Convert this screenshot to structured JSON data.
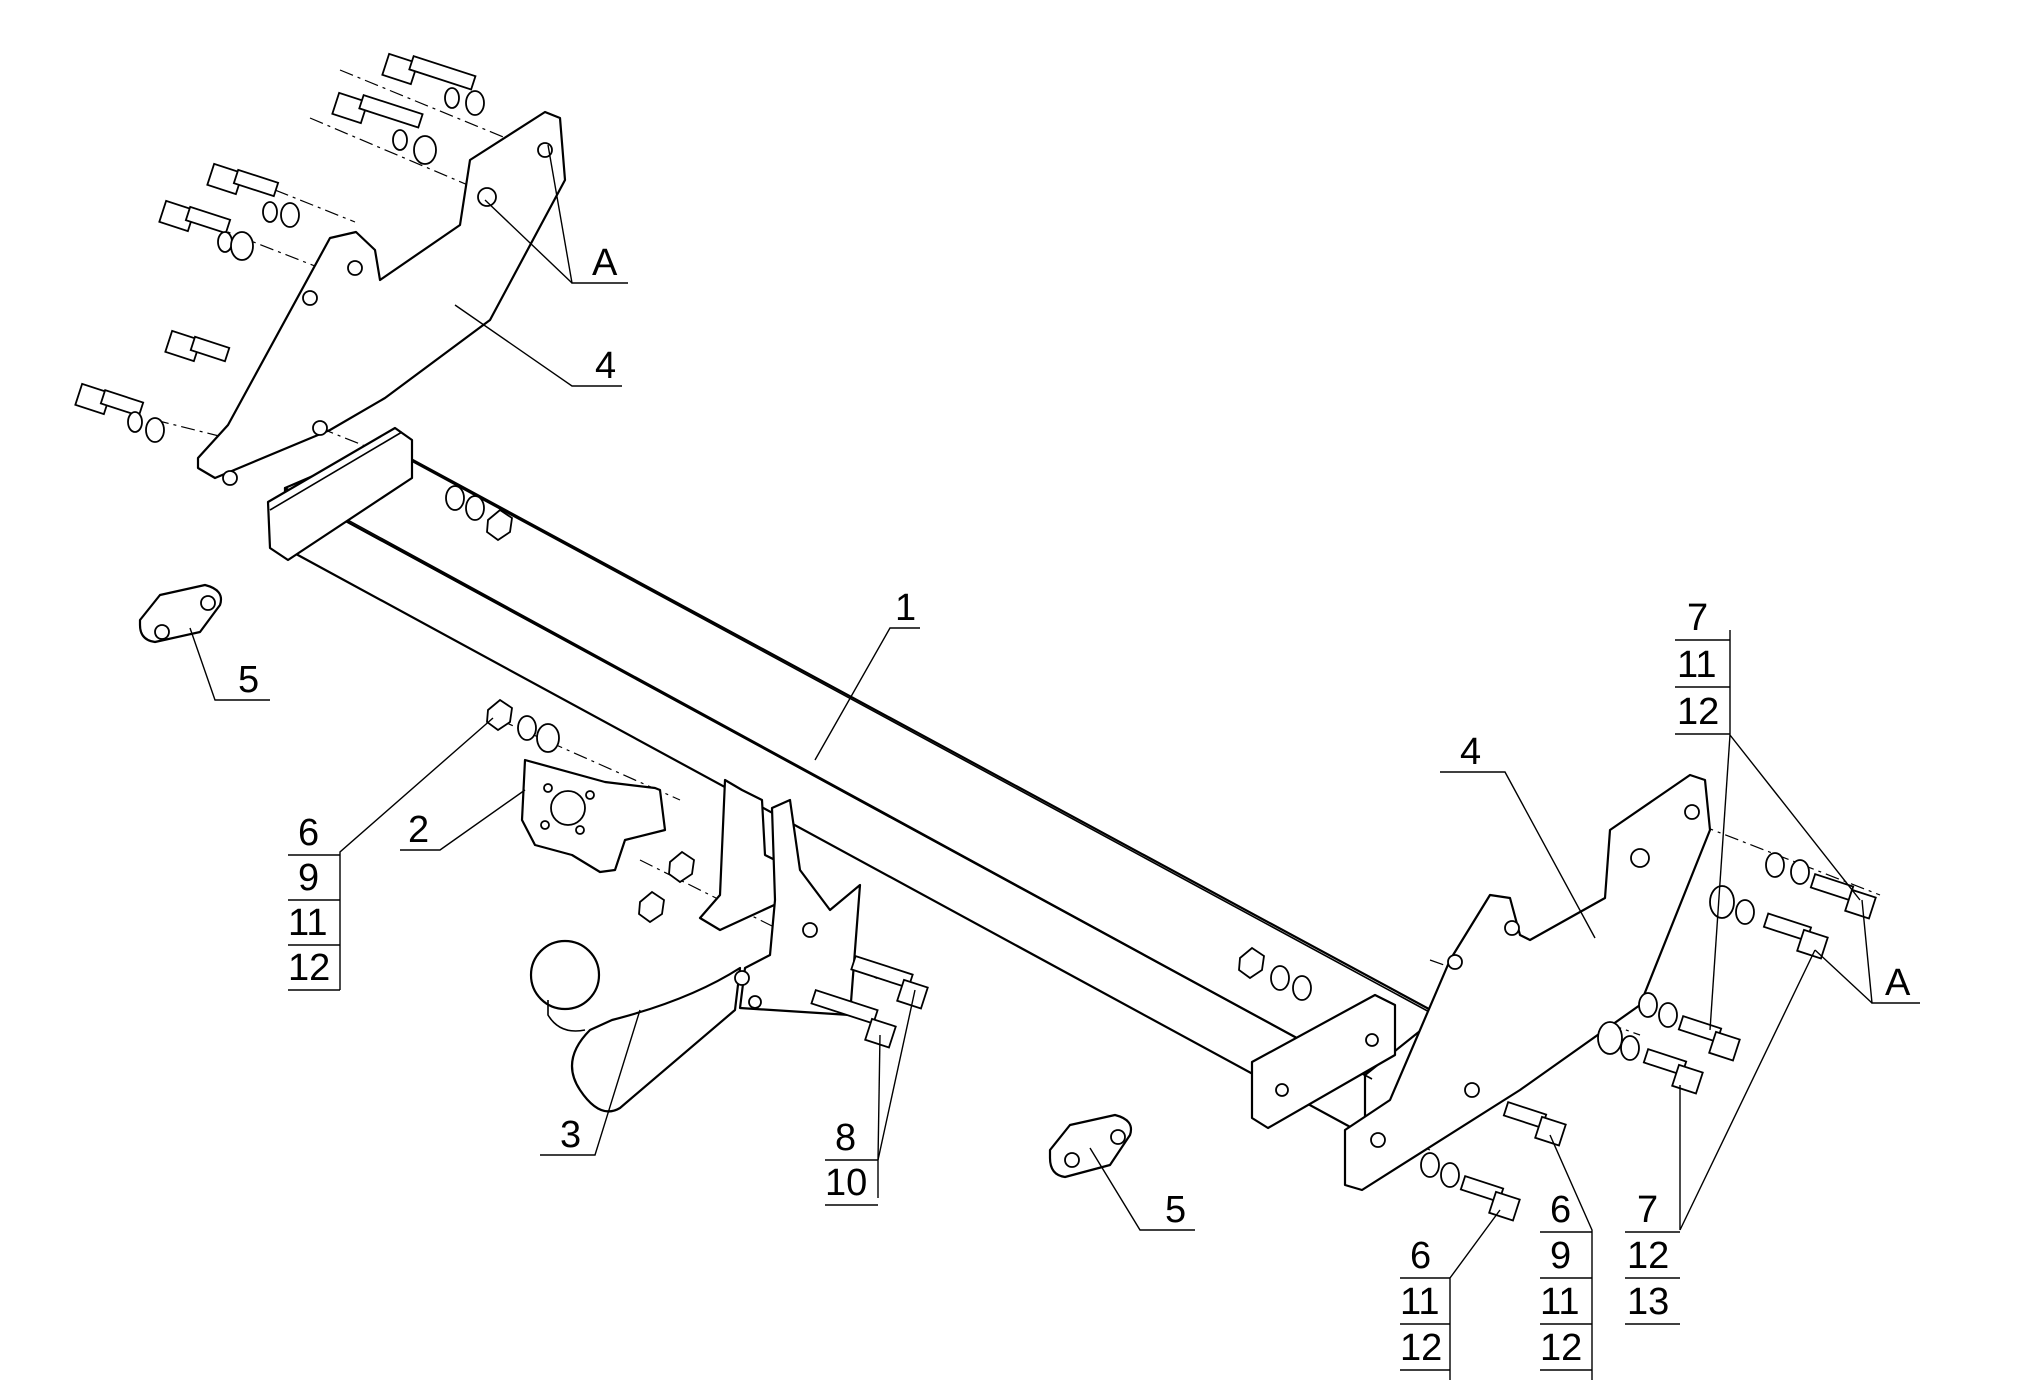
{
  "callouts": {
    "bar": "1",
    "socket_plate": "2",
    "tow_ball": "3",
    "bracket_left": "4",
    "bracket_right": "4",
    "spacer_left": "5",
    "spacer_right": "5",
    "point_a_left": "A",
    "point_a_right": "A"
  },
  "stacks": [
    {
      "id": "stack-2",
      "items": [
        "6",
        "9",
        "11",
        "12"
      ]
    },
    {
      "id": "stack-ball",
      "items": [
        "8",
        "10"
      ]
    },
    {
      "id": "stack-right-top",
      "items": [
        "7",
        "11",
        "12"
      ]
    },
    {
      "id": "stack-right-low",
      "items": [
        "7",
        "12",
        "13"
      ]
    },
    {
      "id": "stack-bottom-a",
      "items": [
        "6",
        "11",
        "12"
      ]
    },
    {
      "id": "stack-bottom-b",
      "items": [
        "6",
        "9",
        "11",
        "12"
      ]
    }
  ]
}
